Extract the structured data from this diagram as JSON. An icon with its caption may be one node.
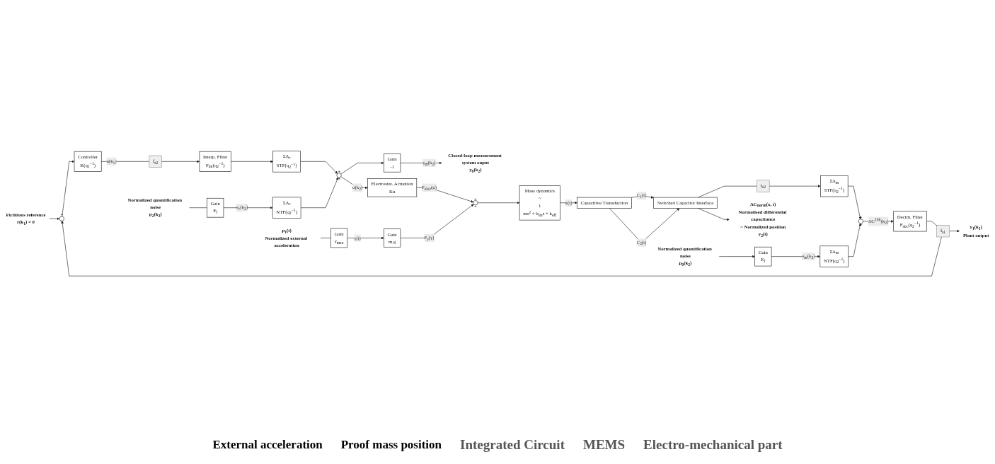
{
  "diagram": {
    "nodes": [
      {
        "text": [
          "Fictitious reference",
          "r(k$_{1}$) = 0"
        ]
      },
      {
        "text": [
          "+",
          "−"
        ]
      },
      {
        "text": [
          "Controller",
          "K(q$_{1}$$^{−1}$)"
        ]
      },
      {
        "text": [
          "f$_{s2}$"
        ]
      },
      {
        "text": [
          "Interp. Filter",
          "F$_{int}$(q$_{2}$$^{−1}$)"
        ]
      },
      {
        "text": [
          "Normalized quantification noise",
          "p$_{2}$(k$_{2}$)"
        ]
      },
      {
        "text": [
          "Gain",
          "E$_{f}$"
        ]
      },
      {
        "text": [
          "ΣΔ$_{c}$",
          "NTF(q$_{2}$$^{−1}$)"
        ]
      },
      {
        "text": [
          "ΣΔ$_{c}$",
          "STF(q$_{2}$$^{−1}$)"
        ]
      },
      {
        "text": [
          "+",
          "+"
        ]
      },
      {
        "text": [
          "Gain",
          "-1"
        ]
      },
      {
        "text": [
          "Closed-loop measurement system ouput",
          "y$_{0}$(k$_{2}$)"
        ]
      },
      {
        "text": [
          "Electrostat. Actuation",
          "Ku"
        ]
      },
      {
        "text": [
          "p$_{1}$(t)",
          "Normalized external acceleration"
        ]
      },
      {
        "text": [
          "Gain",
          "γ$_{max}$"
        ]
      },
      {
        "text": [
          "Gain",
          "m.g"
        ]
      },
      {
        "text": [
          "+",
          "+"
        ]
      },
      {
        "text": [
          "Mass dynamics",
          "~",
          "1",
          "ms$^{2}$ + b$_{lin}$s + k$_{eff}$"
        ]
      },
      {
        "text": [
          "Capacitive Transduction"
        ]
      },
      {
        "text": [
          "Switched Capacitor Interface"
        ]
      },
      {
        "text": [
          "f$_{s2}$"
        ]
      },
      {
        "text": [
          "ΔC$_{norm}$(x, t)",
          "Normalised differential capacitance",
          "~ Normalized position",
          "y$_{2}$(t)"
        ]
      },
      {
        "text": [
          "ΣΔ$_{m}$",
          "STF(q$_{2}$$^{−1}$)"
        ]
      },
      {
        "text": [
          "+",
          "+"
        ]
      },
      {
        "text": [
          "ΣΔ$_{m}$",
          "NTF(q$_{2}$$^{−1}$)"
        ]
      },
      {
        "text": [
          "Gain",
          "E$_{f}$"
        ]
      },
      {
        "text": [
          "Normalized quantification noise",
          "p$_{0}$(k$_{2}$)"
        ]
      },
      {
        "text": [
          "Decim. Filter",
          "F$_{dec}$(q$_{2}$$^{−1}$)"
        ]
      },
      {
        "text": [
          "f$_{s1}$"
        ]
      },
      {
        "text": [
          "y$_{1}$(k$_{1}$)",
          "Plant output"
        ]
      }
    ],
    "edges": [
      {
        "from": 0,
        "to": 1,
        "arrow": "to"
      },
      {
        "from": 1,
        "to": 2,
        "arrow": "to"
      },
      {
        "from": 2,
        "to": 3,
        "arrow": "none",
        "label": "u(k$_{1}$)"
      },
      {
        "from": 3,
        "to": 4,
        "arrow": "to"
      },
      {
        "from": 4,
        "to": 8,
        "arrow": "to"
      },
      {
        "from": 5,
        "to": 6,
        "arrow": "none"
      },
      {
        "from": 6,
        "to": 7,
        "arrow": "to",
        "label": "e$_{c}$(k$_{2}$)"
      },
      {
        "from": 7,
        "to": 9,
        "arrow": "to"
      },
      {
        "from": 8,
        "to": 9,
        "arrow": "to"
      },
      {
        "from": 9,
        "to": 10,
        "arrow": "to"
      },
      {
        "from": 9,
        "to": 12,
        "arrow": "to",
        "label": "u(k$_{2}$)"
      },
      {
        "from": 10,
        "to": 11,
        "arrow": "to",
        "label": "γ$_{m}$(k$_{2}$)"
      },
      {
        "from": 13,
        "to": 14,
        "arrow": "none"
      },
      {
        "from": 14,
        "to": 15,
        "arrow": "to",
        "label": "γ(t)"
      },
      {
        "from": 15,
        "to": 16,
        "arrow": "to",
        "label": "F$_{γ}$(γ)"
      },
      {
        "from": 12,
        "to": 16,
        "arrow": "to",
        "label": "F$_{elec}$(u)"
      },
      {
        "from": 16,
        "to": 17,
        "arrow": "to"
      },
      {
        "from": 17,
        "to": 18,
        "arrow": "to",
        "label": "x(t)"
      },
      {
        "from": 18,
        "to": 19,
        "arrow": "to",
        "label": "C$_{1}$(t)"
      },
      {
        "from": 18,
        "to": 19,
        "arrow": "to",
        "label": "C$_{2}$(t)"
      },
      {
        "from": 19,
        "to": 20,
        "arrow": "none"
      },
      {
        "from": 19,
        "to": 21,
        "arrow": "to"
      },
      {
        "from": 20,
        "to": 22,
        "arrow": "to"
      },
      {
        "from": 22,
        "to": 23,
        "arrow": "to"
      },
      {
        "from": 24,
        "to": 23,
        "arrow": "to"
      },
      {
        "from": 25,
        "to": 24,
        "arrow": "to",
        "label": "e$_{m}$(k$_{2}$)"
      },
      {
        "from": 26,
        "to": 25,
        "arrow": "to"
      },
      {
        "from": 23,
        "to": 27,
        "arrow": "to",
        "label": "ΔC$^{1bit}$(k$_{2}$)"
      },
      {
        "from": 27,
        "to": 28,
        "arrow": "none"
      },
      {
        "from": 28,
        "to": 1,
        "arrow": "to"
      },
      {
        "from": 28,
        "to": 29,
        "arrow": "to"
      }
    ],
    "labels": [
      "External acceleration",
      "Proof mass position",
      "Integrated Circuit",
      "MEMS",
      "Electro-mechanical part"
    ]
  }
}
